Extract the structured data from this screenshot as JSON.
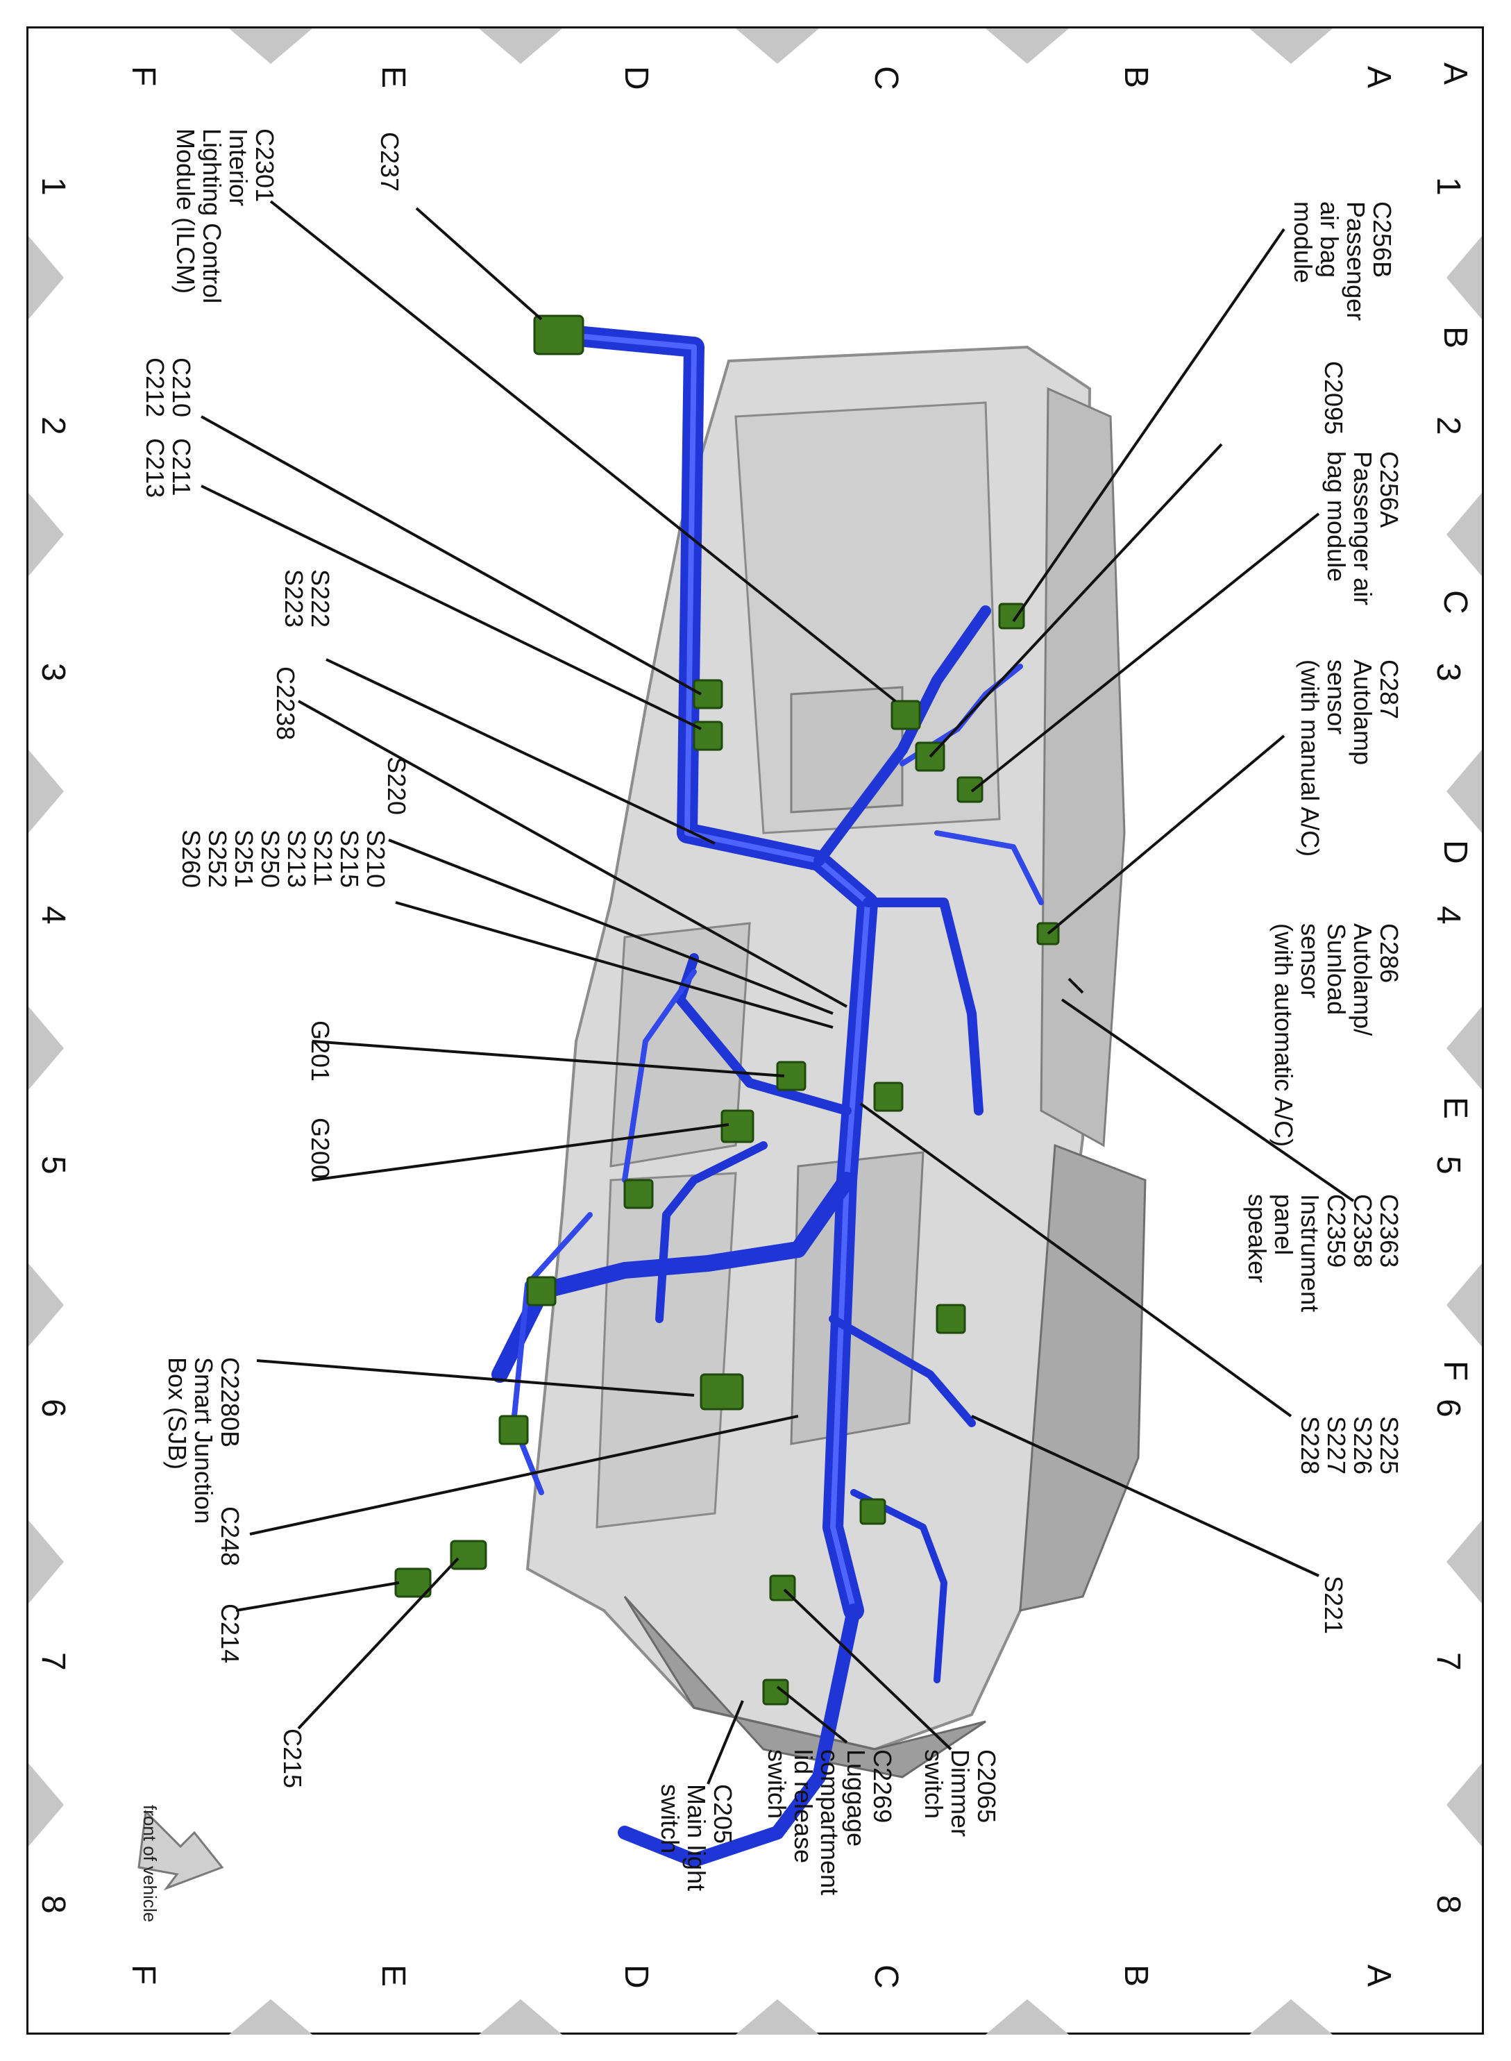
{
  "grid": {
    "rows": [
      "A",
      "B",
      "C",
      "D",
      "E",
      "F"
    ],
    "columns": [
      "1",
      "2",
      "3",
      "4",
      "5",
      "6",
      "7",
      "8"
    ]
  },
  "callouts": {
    "c256b": "C256B\nPassenger\nair bag\nmodule",
    "c2095": "C2095",
    "c256a": "C256A\nPassenger air\nbag module",
    "c287": "C287\nAutolamp\nsensor\n(with manual A/C)",
    "c286": "C286\nAutolamp/\nSunload\nsensor\n(with automatic A/C)",
    "c2363": "C2363\nC2358\nC2359\nInstrument\npanel\nspeaker",
    "s225": "S225\nS226\nS227\nS228",
    "s221": "S221",
    "c2065": "C2065\nDimmer\nswitch",
    "c2269": "C2269\nLuggage\ncompartment\nlid release\nswitch",
    "c205": "C205\nMain light\nswitch",
    "c237": "C237",
    "c2301": "C2301\nInterior\nLighting Control\nModule (ILCM)",
    "c210": "C210   C211\nC212   C213",
    "s222": "S222\nS223",
    "c2238": "C2238",
    "s220": "S220",
    "s210": "S210\nS215\nS211\nS213\nS250\nS251\nS252\nS260",
    "g201": "G201",
    "g200": "G200",
    "c2280b": "C2280B\nSmart Junction\nBox (SJB)",
    "c248": "C248",
    "c214": "C214",
    "c215": "C215"
  },
  "orientation_note": "front of vehicle",
  "colors": {
    "harness": "#1f35d6",
    "harness_highlight": "#4e63ff",
    "connector": "#3f7a1f",
    "panel": "#d8d8d8",
    "panel_shadow": "#9c9c9c",
    "grid_marker": "#c6c6c6"
  }
}
